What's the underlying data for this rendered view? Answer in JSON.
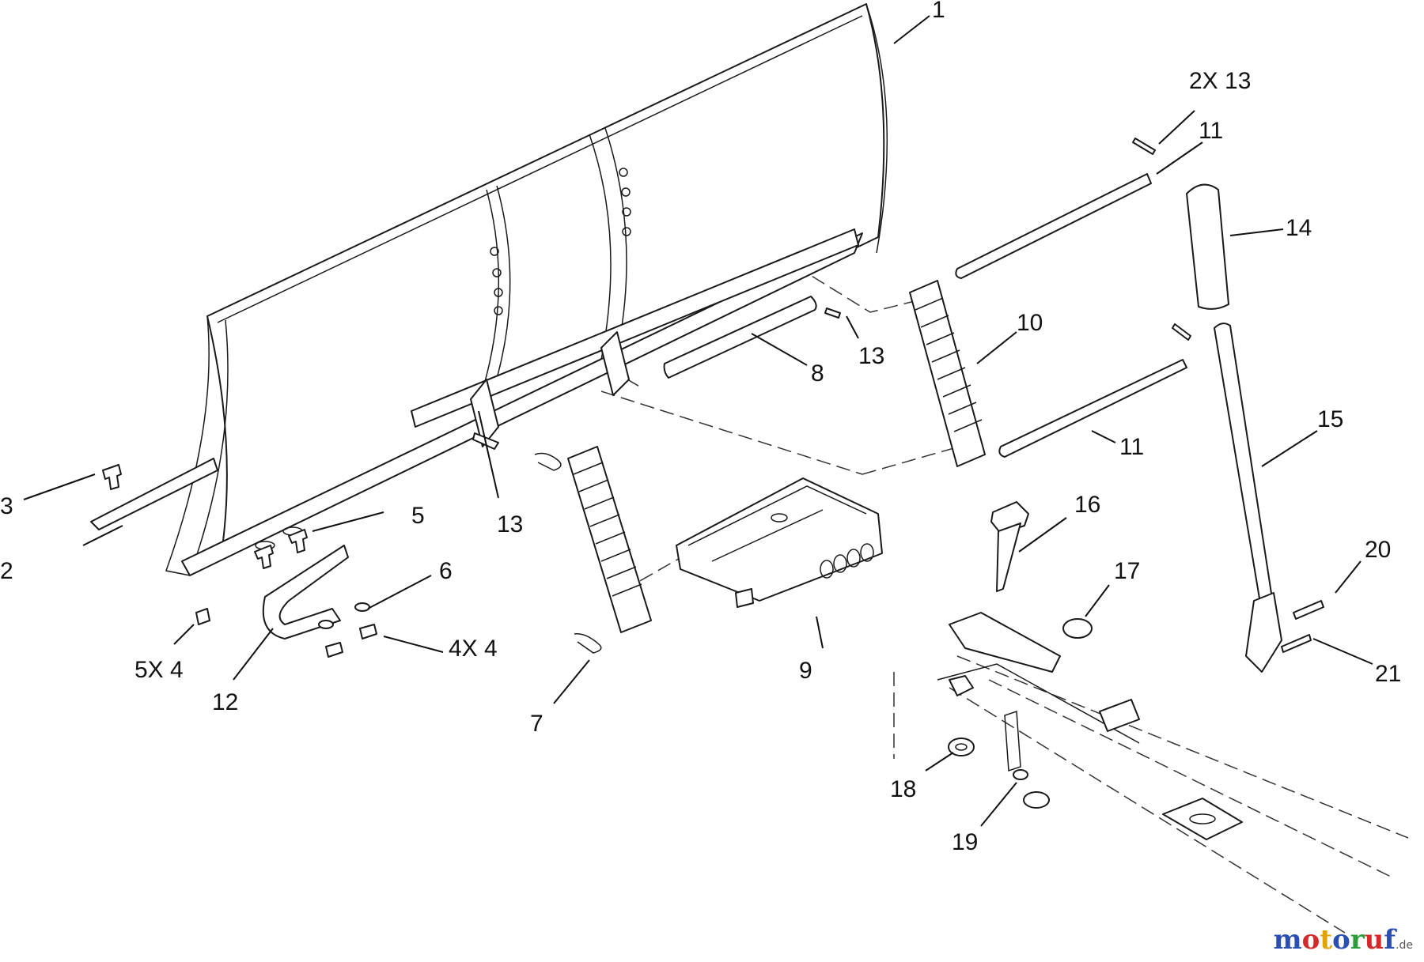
{
  "callouts": [
    {
      "id": "c1",
      "text": "1"
    },
    {
      "id": "c2",
      "text": "2"
    },
    {
      "id": "c3",
      "text": "3"
    },
    {
      "id": "c5",
      "text": "5"
    },
    {
      "id": "c5x4",
      "text": "5X 4"
    },
    {
      "id": "c6",
      "text": "6"
    },
    {
      "id": "c4x4",
      "text": "4X 4"
    },
    {
      "id": "c7",
      "text": "7"
    },
    {
      "id": "c8",
      "text": "8"
    },
    {
      "id": "c9",
      "text": "9"
    },
    {
      "id": "c10",
      "text": "10"
    },
    {
      "id": "c11a",
      "text": "11"
    },
    {
      "id": "c11b",
      "text": "11"
    },
    {
      "id": "c2x13",
      "text": "2X 13"
    },
    {
      "id": "c12",
      "text": "12"
    },
    {
      "id": "c13a",
      "text": "13"
    },
    {
      "id": "c13b",
      "text": "13"
    },
    {
      "id": "c14",
      "text": "14"
    },
    {
      "id": "c15",
      "text": "15"
    },
    {
      "id": "c16",
      "text": "16"
    },
    {
      "id": "c17",
      "text": "17"
    },
    {
      "id": "c18",
      "text": "18"
    },
    {
      "id": "c19",
      "text": "19"
    },
    {
      "id": "c20",
      "text": "20"
    },
    {
      "id": "c21",
      "text": "21"
    }
  ],
  "watermark": {
    "letters": [
      "m",
      "o",
      "t",
      "o",
      "r",
      "u",
      "f"
    ],
    "suffix": ".de"
  }
}
